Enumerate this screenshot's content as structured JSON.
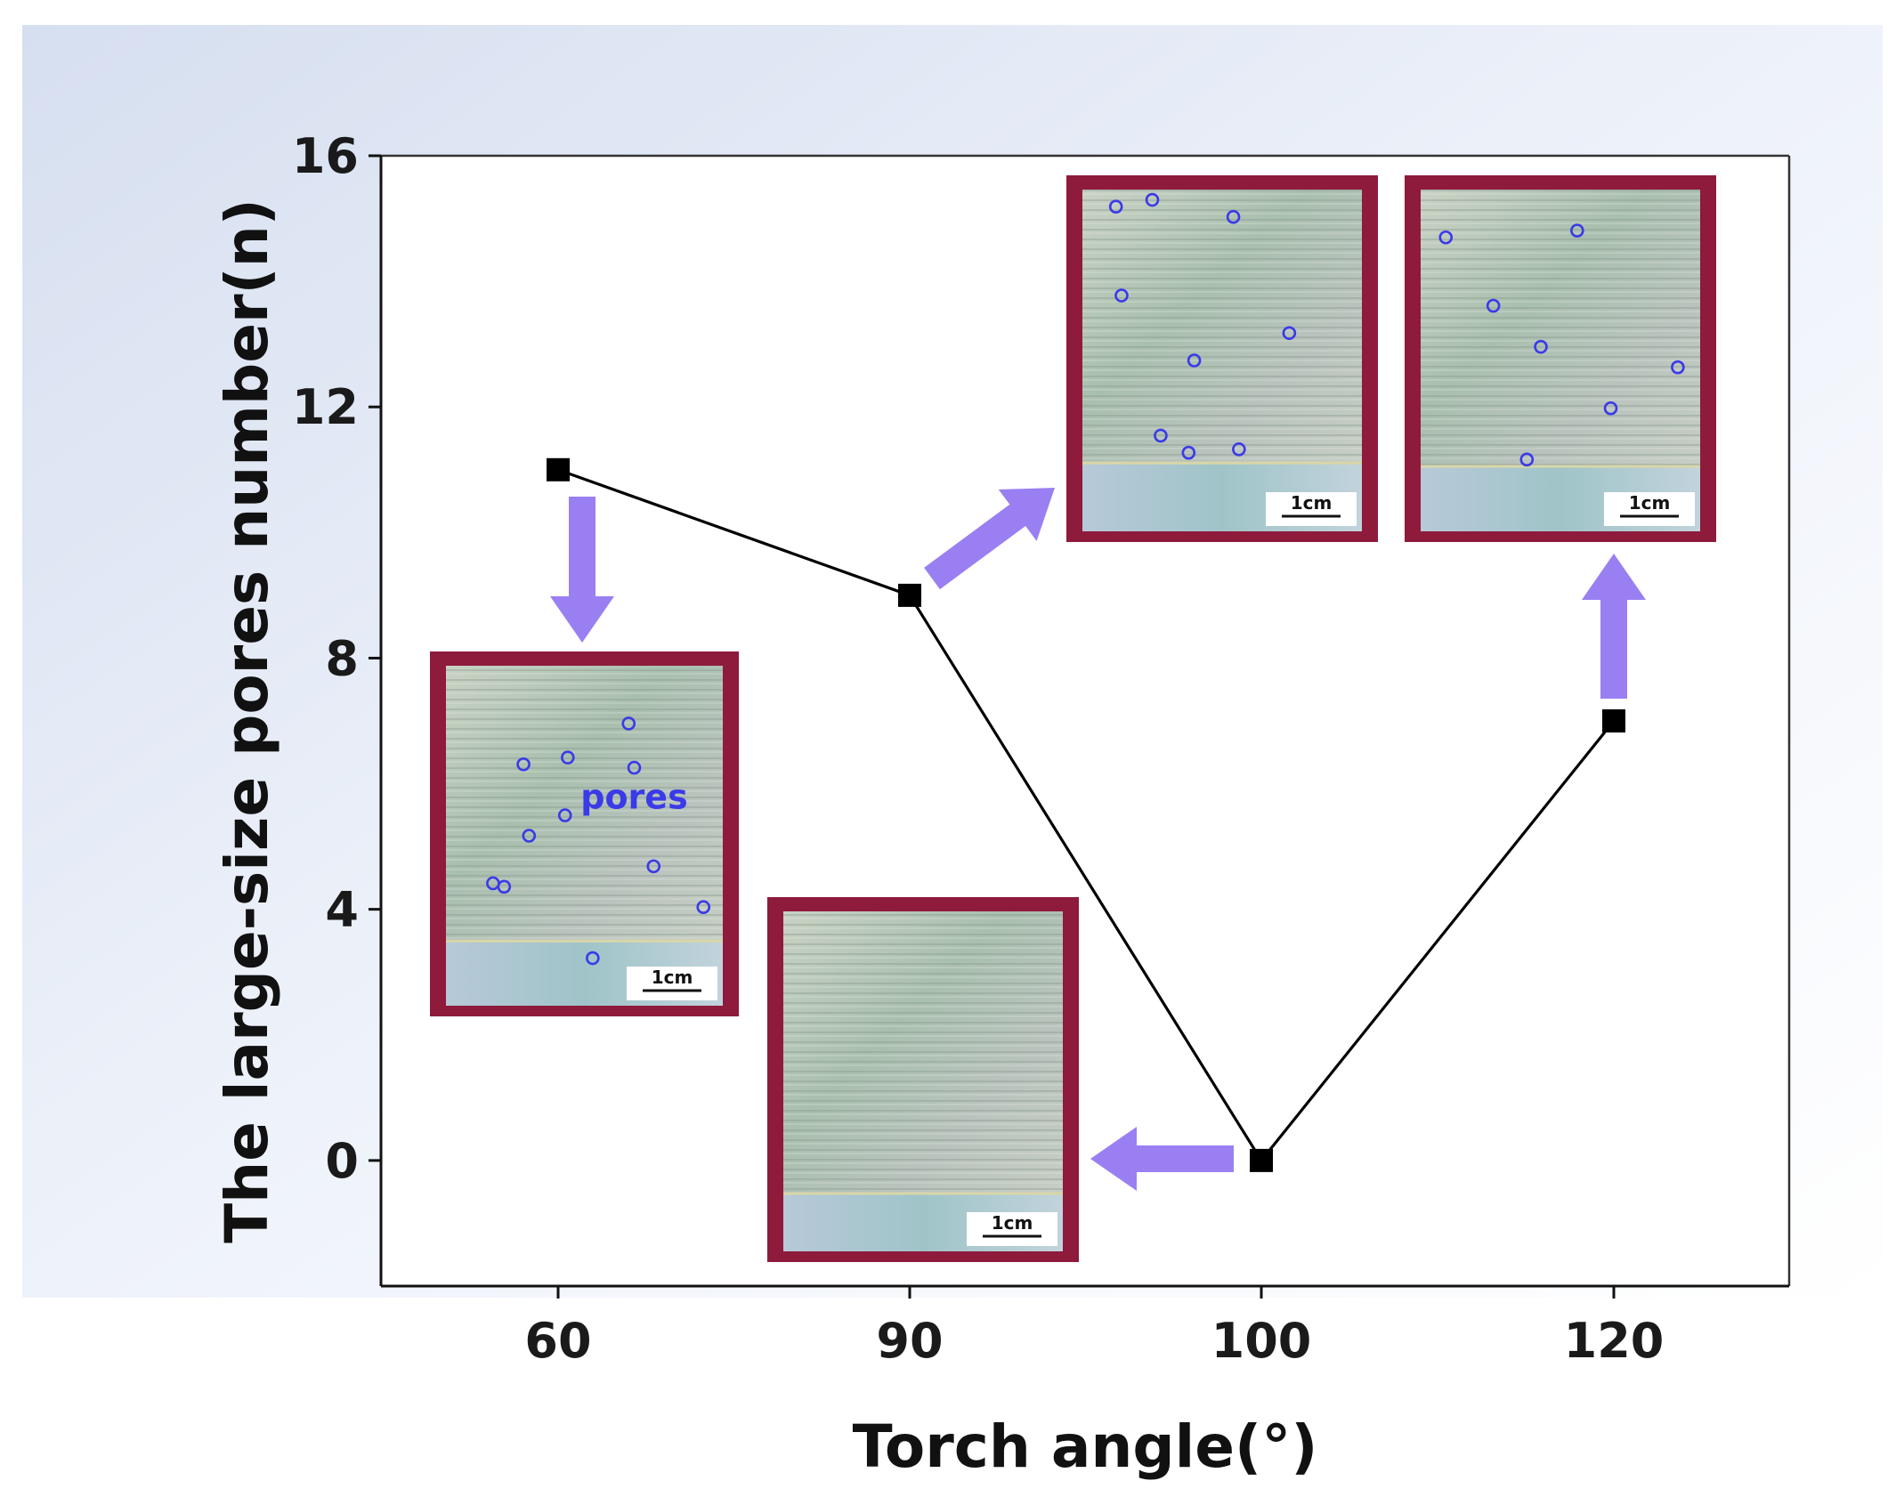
{
  "chart_data": {
    "type": "line",
    "xlabel": "Torch angle(°)",
    "ylabel": "The large-size pores number(n)",
    "categories": [
      "60",
      "90",
      "100",
      "120"
    ],
    "values": [
      11,
      9,
      0,
      7
    ],
    "yticks": [
      "16",
      "12",
      "8",
      "4",
      "0"
    ],
    "ylim": [
      -2,
      16
    ],
    "grid": false,
    "legend": "none",
    "marker": "square",
    "line_color": "#000000",
    "marker_color": "#000000"
  },
  "insets": {
    "scale_bar_label": "1cm",
    "pores_label": "pores",
    "frame_color": "#8e1a3c",
    "arrow_color": "#9a7ff2",
    "pore_marker_color": "#3a3ae8"
  }
}
